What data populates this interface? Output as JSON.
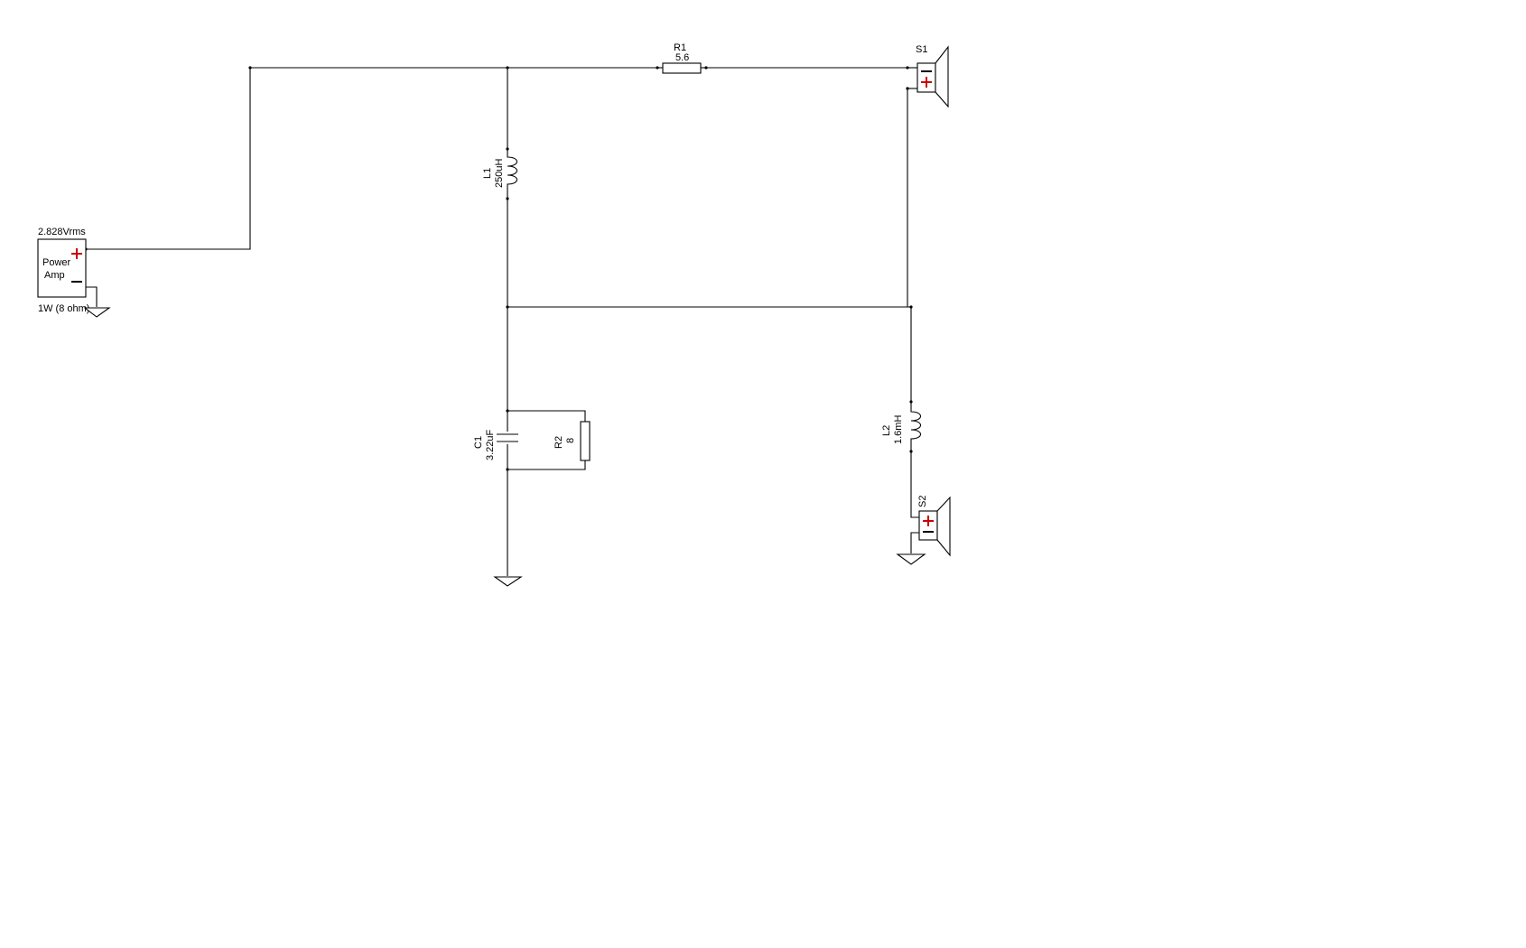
{
  "colors": {
    "wire": "#000000",
    "plus_sign": "#cc0000",
    "minus_sign": "#000000",
    "background": "#ffffff"
  },
  "power_amp": {
    "voltage": "2.828Vrms",
    "name_line1": "Power",
    "name_line2": "Amp",
    "rating": "1W (8 ohm)"
  },
  "r1": {
    "ref": "R1",
    "value": "5.6"
  },
  "l1": {
    "ref": "L1",
    "value": "250uH"
  },
  "c1": {
    "ref": "C1",
    "value": "3.22uF"
  },
  "r2": {
    "ref": "R2",
    "value": "8"
  },
  "l2": {
    "ref": "L2",
    "value": "1.6mH"
  },
  "s1": {
    "ref": "S1",
    "icon": "speaker-icon"
  },
  "s2": {
    "ref": "S2",
    "icon": "speaker-icon"
  },
  "ground_icon": "ground-icon"
}
